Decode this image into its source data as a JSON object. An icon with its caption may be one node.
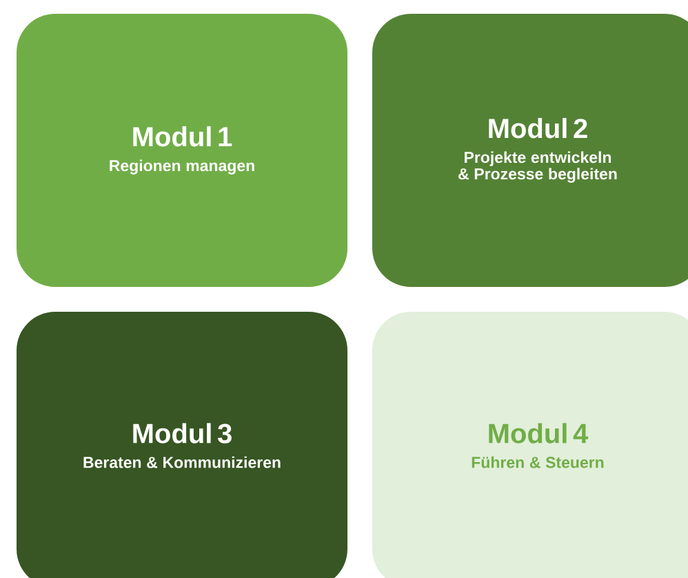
{
  "diagram": {
    "nodes": [
      {
        "text": [
          "Modul 1",
          "Regionen managen"
        ]
      },
      {
        "text": [
          "Modul 2",
          "Projekte entwickeln & Prozesse begleiten"
        ]
      },
      {
        "text": [
          "Modul 3",
          "Beraten & Kommunizieren"
        ]
      },
      {
        "text": [
          "Modul 4",
          "Führen & Steuern"
        ]
      }
    ]
  }
}
